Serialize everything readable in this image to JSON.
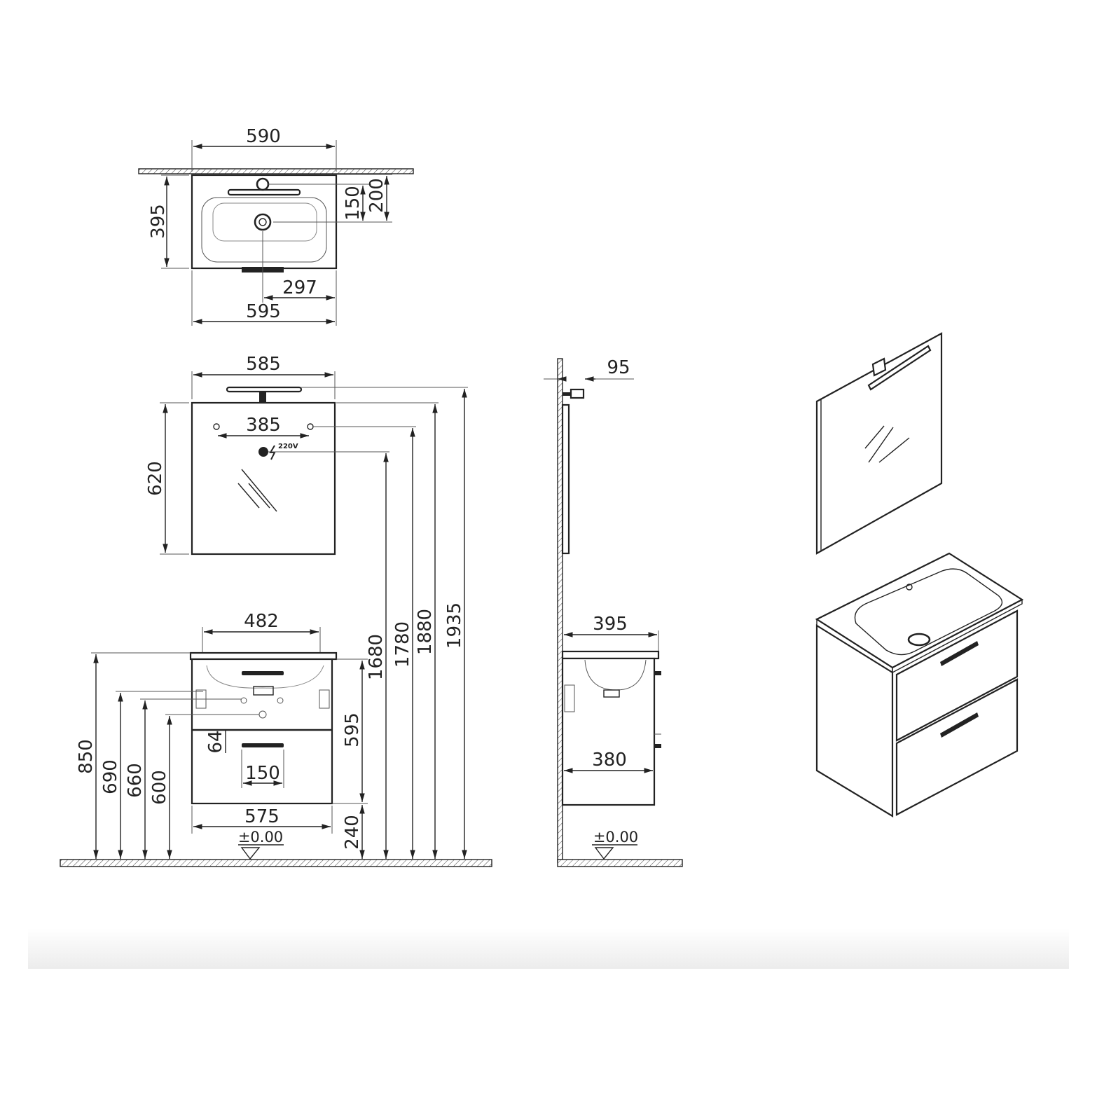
{
  "top_view": {
    "width_top": "590",
    "depth": "395",
    "tap_to_basin": "150",
    "tap_to_wall": "200",
    "drain_offset": "297",
    "width_bottom": "595"
  },
  "front_view": {
    "mirror_width": "585",
    "mirror_fixing": "385",
    "voltage": "220V",
    "mirror_height": "620",
    "basin_width": "482",
    "height_850": "850",
    "height_690": "690",
    "height_660": "660",
    "height_600": "600",
    "drawer_gap": "64",
    "handle_width": "150",
    "cabinet_height": "595",
    "cabinet_width": "575",
    "floor_clearance": "240",
    "height_1680": "1680",
    "height_1780": "1780",
    "height_1880": "1880",
    "height_1935": "1935",
    "floor_level": "±0.00"
  },
  "side_view": {
    "light_depth": "95",
    "top_depth": "395",
    "cabinet_depth": "380",
    "floor_level": "±0.00"
  }
}
